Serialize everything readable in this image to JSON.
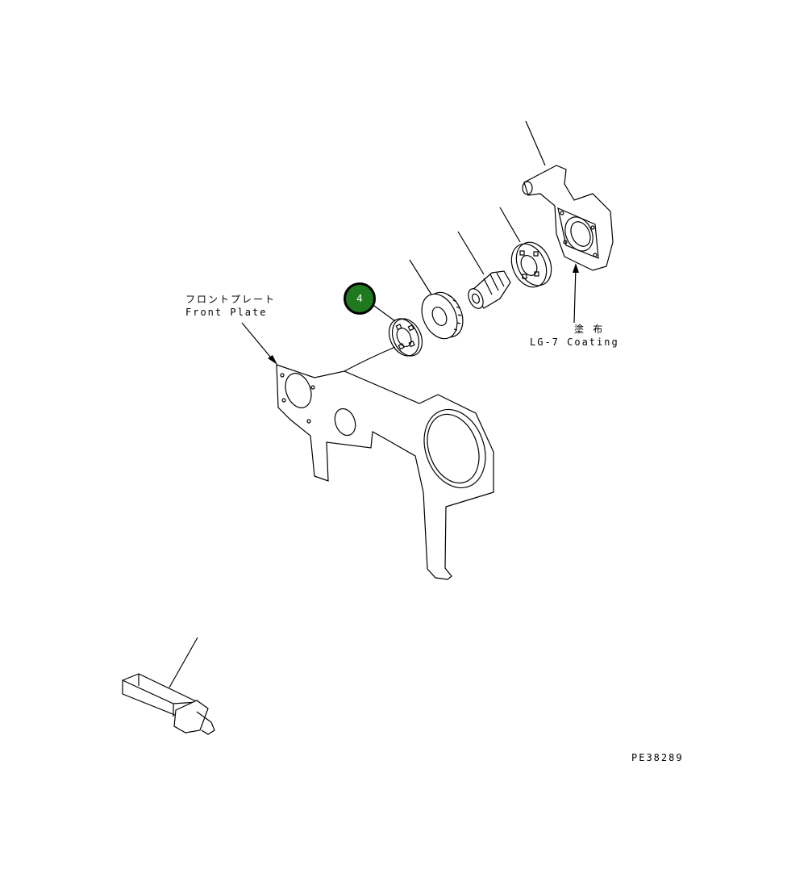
{
  "labels": {
    "front_plate_ja": "フロントプレート",
    "front_plate_en": "Front Plate",
    "coating_ja": "塗 布",
    "coating_en": "LG-7 Coating",
    "figure_code": "PE38289"
  },
  "callouts": [
    {
      "number": "4",
      "color": "#1f7a1f"
    }
  ]
}
